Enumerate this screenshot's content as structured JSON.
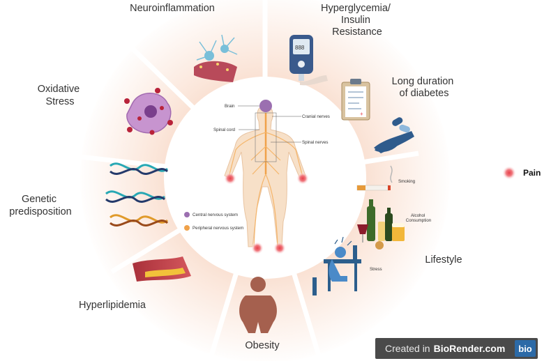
{
  "factors": {
    "neuroinflammation": "Neuroinflammation",
    "hyperglycemia": [
      "Hyperglycemia/",
      "Insulin",
      "Resistance"
    ],
    "long_duration": [
      "Long duration",
      "of diabetes"
    ],
    "oxidative": [
      "Oxidative",
      "Stress"
    ],
    "genetic": [
      "Genetic",
      "predisposition"
    ],
    "hyperlipidemia": "Hyperlipidemia",
    "obesity": "Obesity",
    "lifestyle": "Lifestyle"
  },
  "lifestyle_items": {
    "smoking": "Smoking",
    "alcohol": [
      "Alcohol",
      "Consumption"
    ],
    "stress": "Stress"
  },
  "anatomy": {
    "brain": "Brain",
    "spinal_cord": "Spinal cord",
    "cranial_nerves": "Cranial nerves",
    "spinal_nerves": "Spinal nerves"
  },
  "legend": {
    "cns": "Central nervous system",
    "pns": "Peripheral nervous system",
    "pain": "Pain",
    "cns_color": "#9b6fb0",
    "pns_color": "#f0a24a",
    "pain_color": "#e8404a"
  },
  "badge": {
    "created": "Created in",
    "brand": "BioRender.com",
    "logo": "bio"
  },
  "colors": {
    "ring": "#fbe9dd",
    "nerve": "#f5b56a",
    "body": "#f7e0c8"
  }
}
